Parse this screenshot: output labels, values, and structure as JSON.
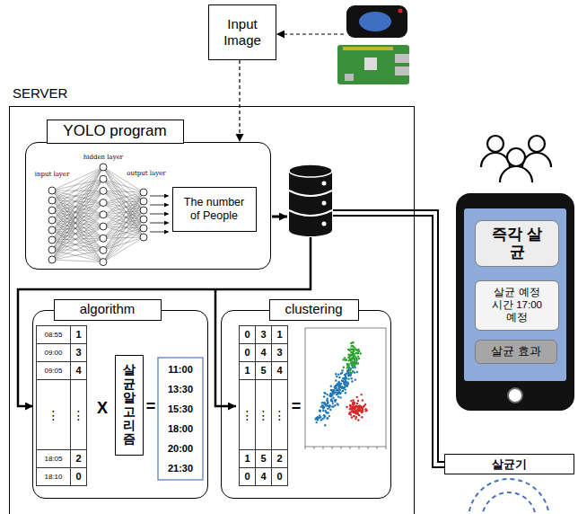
{
  "diagram": {
    "nodes": [
      {
        "text": [
          "Input Image"
        ]
      },
      {
        "text": [
          "SERVER"
        ]
      },
      {
        "text": [
          "YOLO program"
        ],
        "in": 1
      },
      {
        "text": [
          "The number of People"
        ],
        "in": 2
      },
      {
        "text": [
          "algorithm"
        ],
        "in": 1
      },
      {
        "text": [
          "살균알고리즘"
        ],
        "in": 4
      },
      {
        "text": [
          "clustering"
        ],
        "in": 1
      },
      {
        "text": [
          "즉각 살균"
        ]
      },
      {
        "text": [
          "살균 예정 시간 17:00 예정"
        ]
      },
      {
        "text": [
          "살균 효과"
        ]
      },
      {
        "text": [
          "살균기"
        ]
      }
    ],
    "edges": [
      {
        "from": 0,
        "to": 2,
        "arrow": "to"
      }
    ],
    "labels": [
      "input layer",
      "hidden layer",
      "output layer",
      "08:55",
      "1",
      "09:00",
      "3",
      "09:05",
      "4",
      "⋮",
      "⋮",
      "18:05",
      "2",
      "18:10",
      "0",
      "X",
      "=",
      "11:00",
      "13:30",
      "15:30",
      "18:00",
      "20:00",
      "21:30",
      "0",
      "3",
      "1",
      "0",
      "4",
      "3",
      "1",
      "5",
      "4",
      "⋮",
      "⋮",
      "⋮",
      "1",
      "5",
      "2",
      "0",
      "4",
      "0",
      "="
    ]
  }
}
